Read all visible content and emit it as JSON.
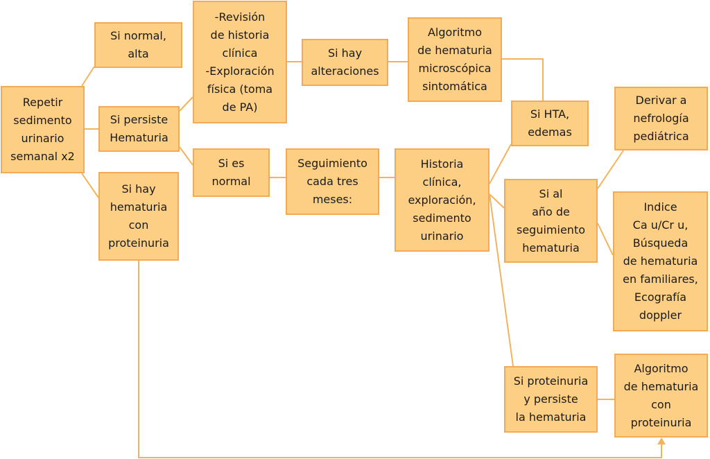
{
  "nodes": {
    "repetir": "Repetir\nsedimento\nurinario\nsemanal x2",
    "si_normal": "Si normal,\nalta",
    "si_persiste": "Si persiste\nHematuria",
    "si_proteinuria_inicial": "Si hay\nhematuria\ncon\nproteinuria",
    "revision": "-Revisión\nde historia\nclínica\n-Exploración\nfísica (toma\nde PA)",
    "si_es_normal": "Si es\nnormal",
    "si_alteraciones": "Si hay\nalteraciones",
    "algoritmo_microscopica": "Algoritmo\nde hematuria\nmicroscópica\nsintomática",
    "seguimiento": "Seguimiento\ncada tres\nmeses:",
    "historia": "Historia\nclínica,\nexploración,\nsedimento\nurinario",
    "si_hta": "Si HTA,\nedemas",
    "derivar": "Derivar a\nnefrología\npediátrica",
    "si_al_ano": "Si al\naño de\nseguimiento\nhematuria",
    "indice": "Indice\nCa u/Cr u,\nBúsqueda\nde hematuria\nen familiares,\nEcografía\ndoppler",
    "si_proteinuria_persiste": "Si proteinuria\ny persiste\nla hematuria",
    "algoritmo_proteinuria": "Algoritmo\nde hematuria\ncon\nproteinuria"
  },
  "colors": {
    "box_fill": "#fdcf84",
    "box_border": "#f2aa56",
    "connector": "#f3b35c"
  }
}
